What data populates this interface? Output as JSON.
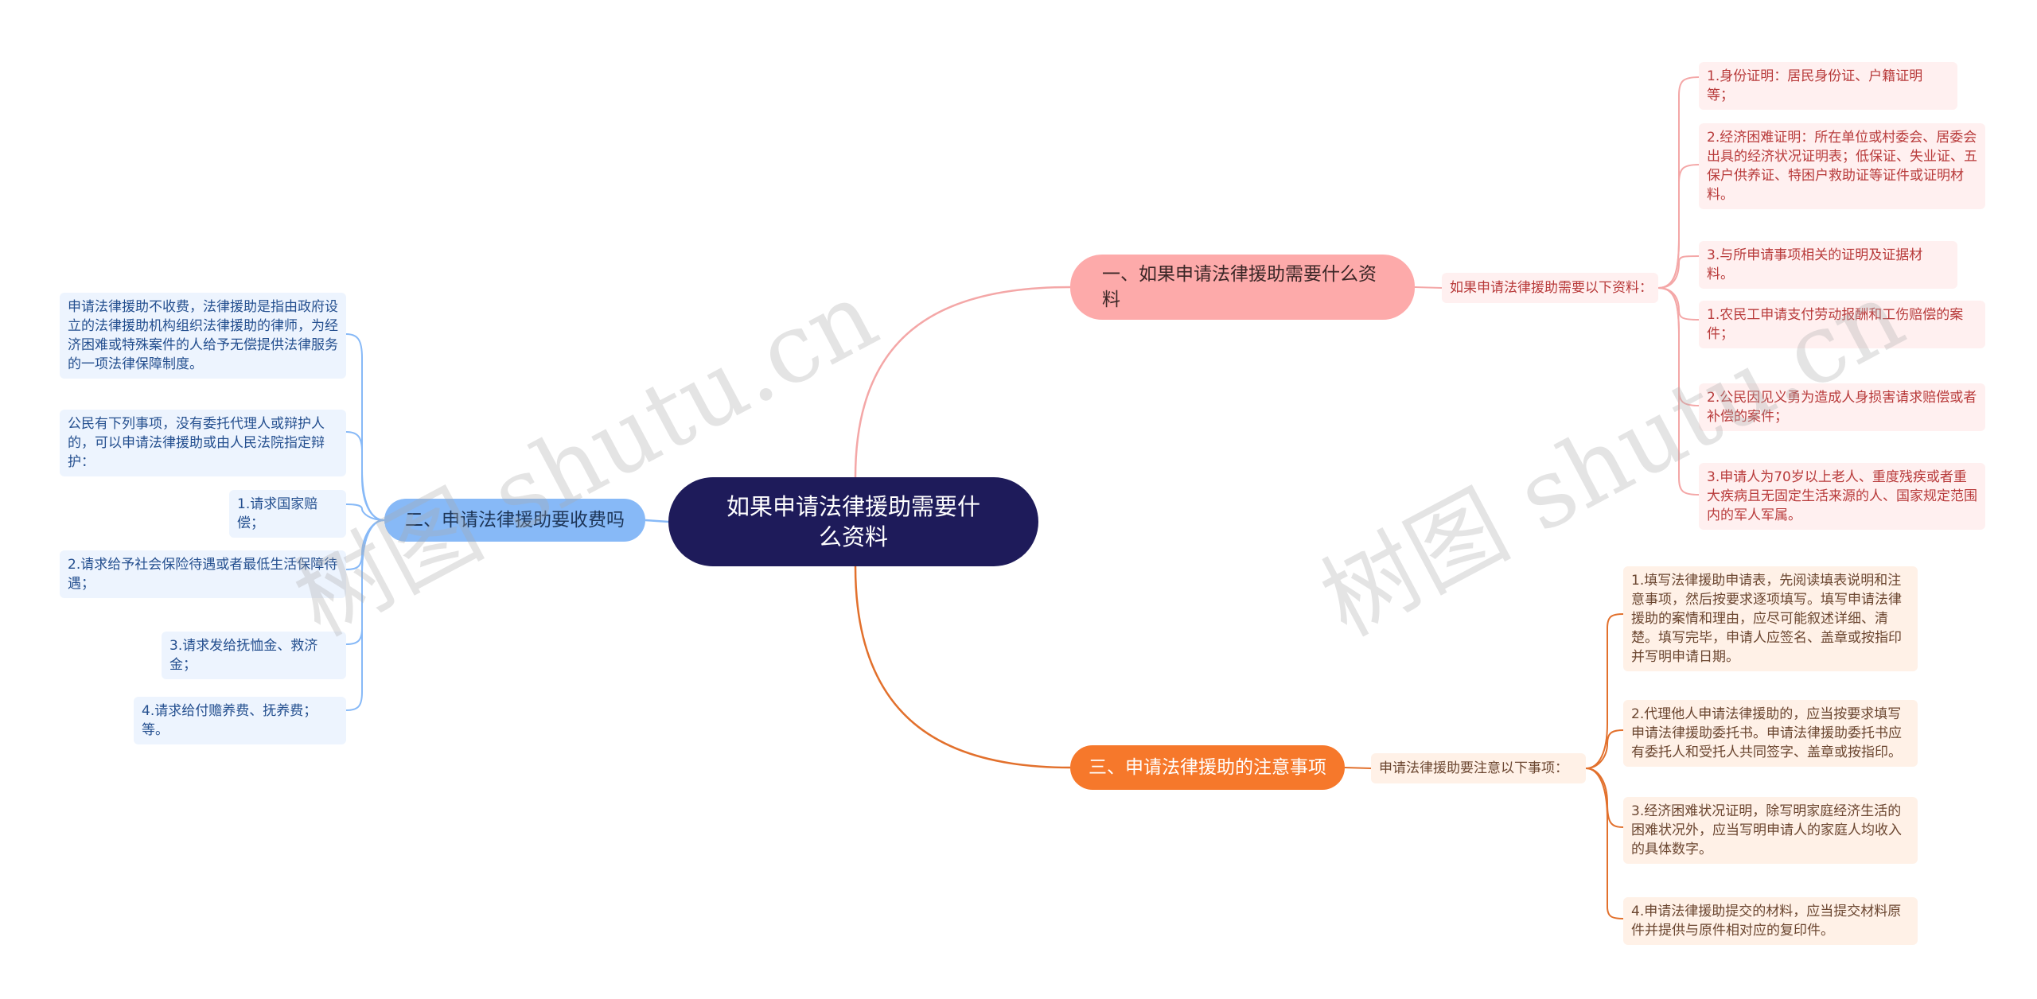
{
  "root": {
    "label": "如果申请法律援助需要什么资料"
  },
  "branch1": {
    "label": "一、如果申请法律援助需要什么资料",
    "color": "#fdaaaa",
    "mid": "如果申请法律援助需要以下资料：",
    "items": [
      "1.身份证明：居民身份证、户籍证明等；",
      "2.经济困难证明：所在单位或村委会、居委会出具的经济状况证明表；低保证、失业证、五保户供养证、特困户救助证等证件或证明材料。",
      "3.与所申请事项相关的证明及证据材料。",
      "1.农民工申请支付劳动报酬和工伤赔偿的案件；",
      "2.公民因见义勇为造成人身损害请求赔偿或者补偿的案件；",
      "3.申请人为70岁以上老人、重度残疾或者重大疾病且无固定生活来源的人、国家规定范围内的军人军属。"
    ]
  },
  "branch2": {
    "label": "二、申请法律援助要收费吗",
    "color": "#87b9f7",
    "items": [
      "申请法律援助不收费，法律援助是指由政府设立的法律援助机构组织法律援助的律师，为经济困难或特殊案件的人给予无偿提供法律服务的一项法律保障制度。",
      "公民有下列事项，没有委托代理人或辩护人的，可以申请法律援助或由人民法院指定辩护：",
      "1.请求国家赔偿；",
      "2.请求给予社会保险待遇或者最低生活保障待遇；",
      "3.请求发给抚恤金、救济金；",
      "4.请求给付赡养费、抚养费；等。"
    ]
  },
  "branch3": {
    "label": "三、申请法律援助的注意事项",
    "color": "#f6782b",
    "mid": "申请法律援助要注意以下事项：",
    "items": [
      "1.填写法律援助申请表，先阅读填表说明和注意事项，然后按要求逐项填写。填写申请法律援助的案情和理由，应尽可能叙述详细、清楚。填写完毕，申请人应签名、盖章或按指印并写明申请日期。",
      "2.代理他人申请法律援助的，应当按要求填写申请法律援助委托书。申请法律援助委托书应有委托人和受托人共同签字、盖章或按指印。",
      "3.经济困难状况证明，除写明家庭经济生活的困难状况外，应当写明申请人的家庭人均收入的具体数字。",
      "4.申请法律援助提交的材料，应当提交材料原件并提供与原件相对应的复印件。"
    ]
  },
  "watermark": "树图 shutu.cn"
}
